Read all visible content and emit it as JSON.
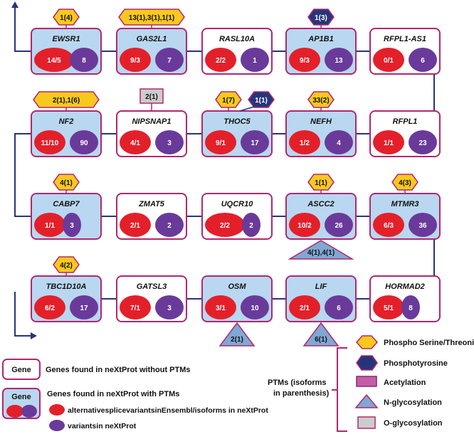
{
  "colors": {
    "box_border": "#b0286e",
    "ptm_fill": "#b9d7f0",
    "splice_red": "#e3202a",
    "variant_purple": "#6a3a9a",
    "phospho_st": "#f8c81e",
    "phospho_tyr": "#26357a",
    "acetylation": "#c55ea8",
    "n_glyco": "#7fa8d4",
    "o_glyco": "#cccccc",
    "path": "#26357a"
  },
  "genes": [
    {
      "name": "EWSR1",
      "ptm": true,
      "red": "14/5",
      "purple": "8",
      "wide_red": true
    },
    {
      "name": "GAS2L1",
      "ptm": true,
      "red": "9/3",
      "purple": "7"
    },
    {
      "name": "RASL10A",
      "ptm": false,
      "red": "2/2",
      "purple": "1"
    },
    {
      "name": "AP1B1",
      "ptm": true,
      "red": "9/3",
      "purple": "13"
    },
    {
      "name": "RFPL1-AS1",
      "ptm": false,
      "red": "0/1",
      "purple": "6"
    },
    {
      "name": "NF2",
      "ptm": true,
      "red": "11/10",
      "purple": "90"
    },
    {
      "name": "NIPSNAP1",
      "ptm": false,
      "red": "4/1",
      "purple": "3"
    },
    {
      "name": "THOC5",
      "ptm": true,
      "red": "9/1",
      "purple": "17"
    },
    {
      "name": "NEFH",
      "ptm": true,
      "red": "1/2",
      "purple": "4"
    },
    {
      "name": "RFPL1",
      "ptm": false,
      "red": "1/1",
      "purple": "23"
    },
    {
      "name": "CABP7",
      "ptm": true,
      "red": "1/1",
      "purple": "3",
      "small_purple": true
    },
    {
      "name": "ZMAT5",
      "ptm": false,
      "red": "2/1",
      "purple": "2"
    },
    {
      "name": "UQCR10",
      "ptm": false,
      "red": "2/2",
      "purple": "2",
      "wide_red": true,
      "small_purple": true
    },
    {
      "name": "ASCC2",
      "ptm": true,
      "red": "10/2",
      "purple": "26"
    },
    {
      "name": "MTMR3",
      "ptm": true,
      "red": "6/3",
      "purple": "36"
    },
    {
      "name": "TBC1D10A",
      "ptm": true,
      "red": "6/2",
      "purple": "17"
    },
    {
      "name": "GATSL3",
      "ptm": false,
      "red": "7/1",
      "purple": "3"
    },
    {
      "name": "OSM",
      "ptm": true,
      "red": "3/1",
      "purple": "10"
    },
    {
      "name": "LIF",
      "ptm": true,
      "red": "2/1",
      "purple": "6"
    },
    {
      "name": "HORMAD2",
      "ptm": false,
      "red": "5/1",
      "purple": "8",
      "small_purple": true
    }
  ],
  "ptm_markers": [
    {
      "gene": "EWSR1",
      "type": "phospho_st",
      "label": "1(4)"
    },
    {
      "gene": "GAS2L1",
      "type": "phospho_st",
      "label": "13(1),3(1),1(1)"
    },
    {
      "gene": "AP1B1",
      "type": "phospho_tyr",
      "label": "1(3)"
    },
    {
      "gene": "NF2",
      "type": "phospho_st",
      "label": "2(1),1(6)"
    },
    {
      "gene": "NIPSNAP1",
      "type": "o_glyco",
      "label": "2(1)"
    },
    {
      "gene": "THOC5",
      "type": "phospho_st",
      "label": "1(7)"
    },
    {
      "gene": "THOC5",
      "type": "phospho_tyr",
      "label": "1(1)"
    },
    {
      "gene": "NEFH",
      "type": "phospho_st",
      "label": "33(2)"
    },
    {
      "gene": "CABP7",
      "type": "phospho_st",
      "label": "4(1)"
    },
    {
      "gene": "ASCC2",
      "type": "phospho_st",
      "label": "1(1)"
    },
    {
      "gene": "ASCC2",
      "type": "n_glyco",
      "label": "4(1),4(1)"
    },
    {
      "gene": "MTMR3",
      "type": "phospho_st",
      "label": "4(3)"
    },
    {
      "gene": "TBC1D10A",
      "type": "phospho_st",
      "label": "4(2)"
    },
    {
      "gene": "OSM",
      "type": "n_glyco",
      "label": "2(1)"
    },
    {
      "gene": "LIF",
      "type": "n_glyco",
      "label": "6(1)"
    }
  ],
  "legend": {
    "gene_word": "Gene",
    "without_ptms": "Genes found in neXtProt without PTMs",
    "with_ptms": "Genes found in neXtProt with PTMs",
    "red_desc": "alternativesplicevariantsinEnsembl/isoforms in neXtProt",
    "purple_desc": "variantsin neXtProt",
    "ptm_group_line1": "PTMs (isoforms",
    "ptm_group_line2": "in parenthesis)",
    "phospho_st": "Phospho Serine/Threonine",
    "phospho_tyr": "Phosphotyrosine",
    "acetylation": "Acetylation",
    "n_glyco": "N-glycosylation",
    "o_glyco": "O-glycosylation"
  }
}
